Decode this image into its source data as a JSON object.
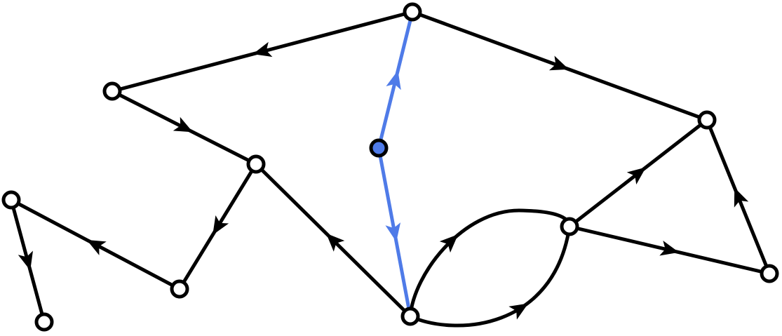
{
  "graph": {
    "colors": {
      "edge": "#000000",
      "highlight": "#4f7be8",
      "node_fill": "#ffffff",
      "node_stroke": "#000000"
    },
    "nodes": [
      {
        "id": "top"
      },
      {
        "id": "upper-left"
      },
      {
        "id": "middle-left"
      },
      {
        "id": "far-left"
      },
      {
        "id": "bottom-far-left"
      },
      {
        "id": "lower-left"
      },
      {
        "id": "bottom-center"
      },
      {
        "id": "center-right"
      },
      {
        "id": "right"
      },
      {
        "id": "bottom-right"
      },
      {
        "id": "highlighted",
        "highlighted": true
      }
    ],
    "edges": [
      {
        "from": "top",
        "to": "upper-left"
      },
      {
        "from": "upper-left",
        "to": "middle-left"
      },
      {
        "from": "middle-left",
        "to": "lower-left"
      },
      {
        "from": "lower-left",
        "to": "far-left"
      },
      {
        "from": "far-left",
        "to": "bottom-far-left"
      },
      {
        "from": "bottom-center",
        "to": "middle-left"
      },
      {
        "from": "highlighted",
        "to": "top",
        "highlighted": true
      },
      {
        "from": "highlighted",
        "to": "bottom-center",
        "highlighted": true
      },
      {
        "from": "top",
        "to": "right"
      },
      {
        "from": "center-right",
        "to": "right"
      },
      {
        "from": "center-right",
        "to": "bottom-right"
      },
      {
        "from": "bottom-right",
        "to": "right"
      },
      {
        "from": "bottom-center",
        "to": "center-right",
        "curve": "upper"
      },
      {
        "from": "bottom-center",
        "to": "center-right",
        "curve": "lower"
      }
    ]
  }
}
